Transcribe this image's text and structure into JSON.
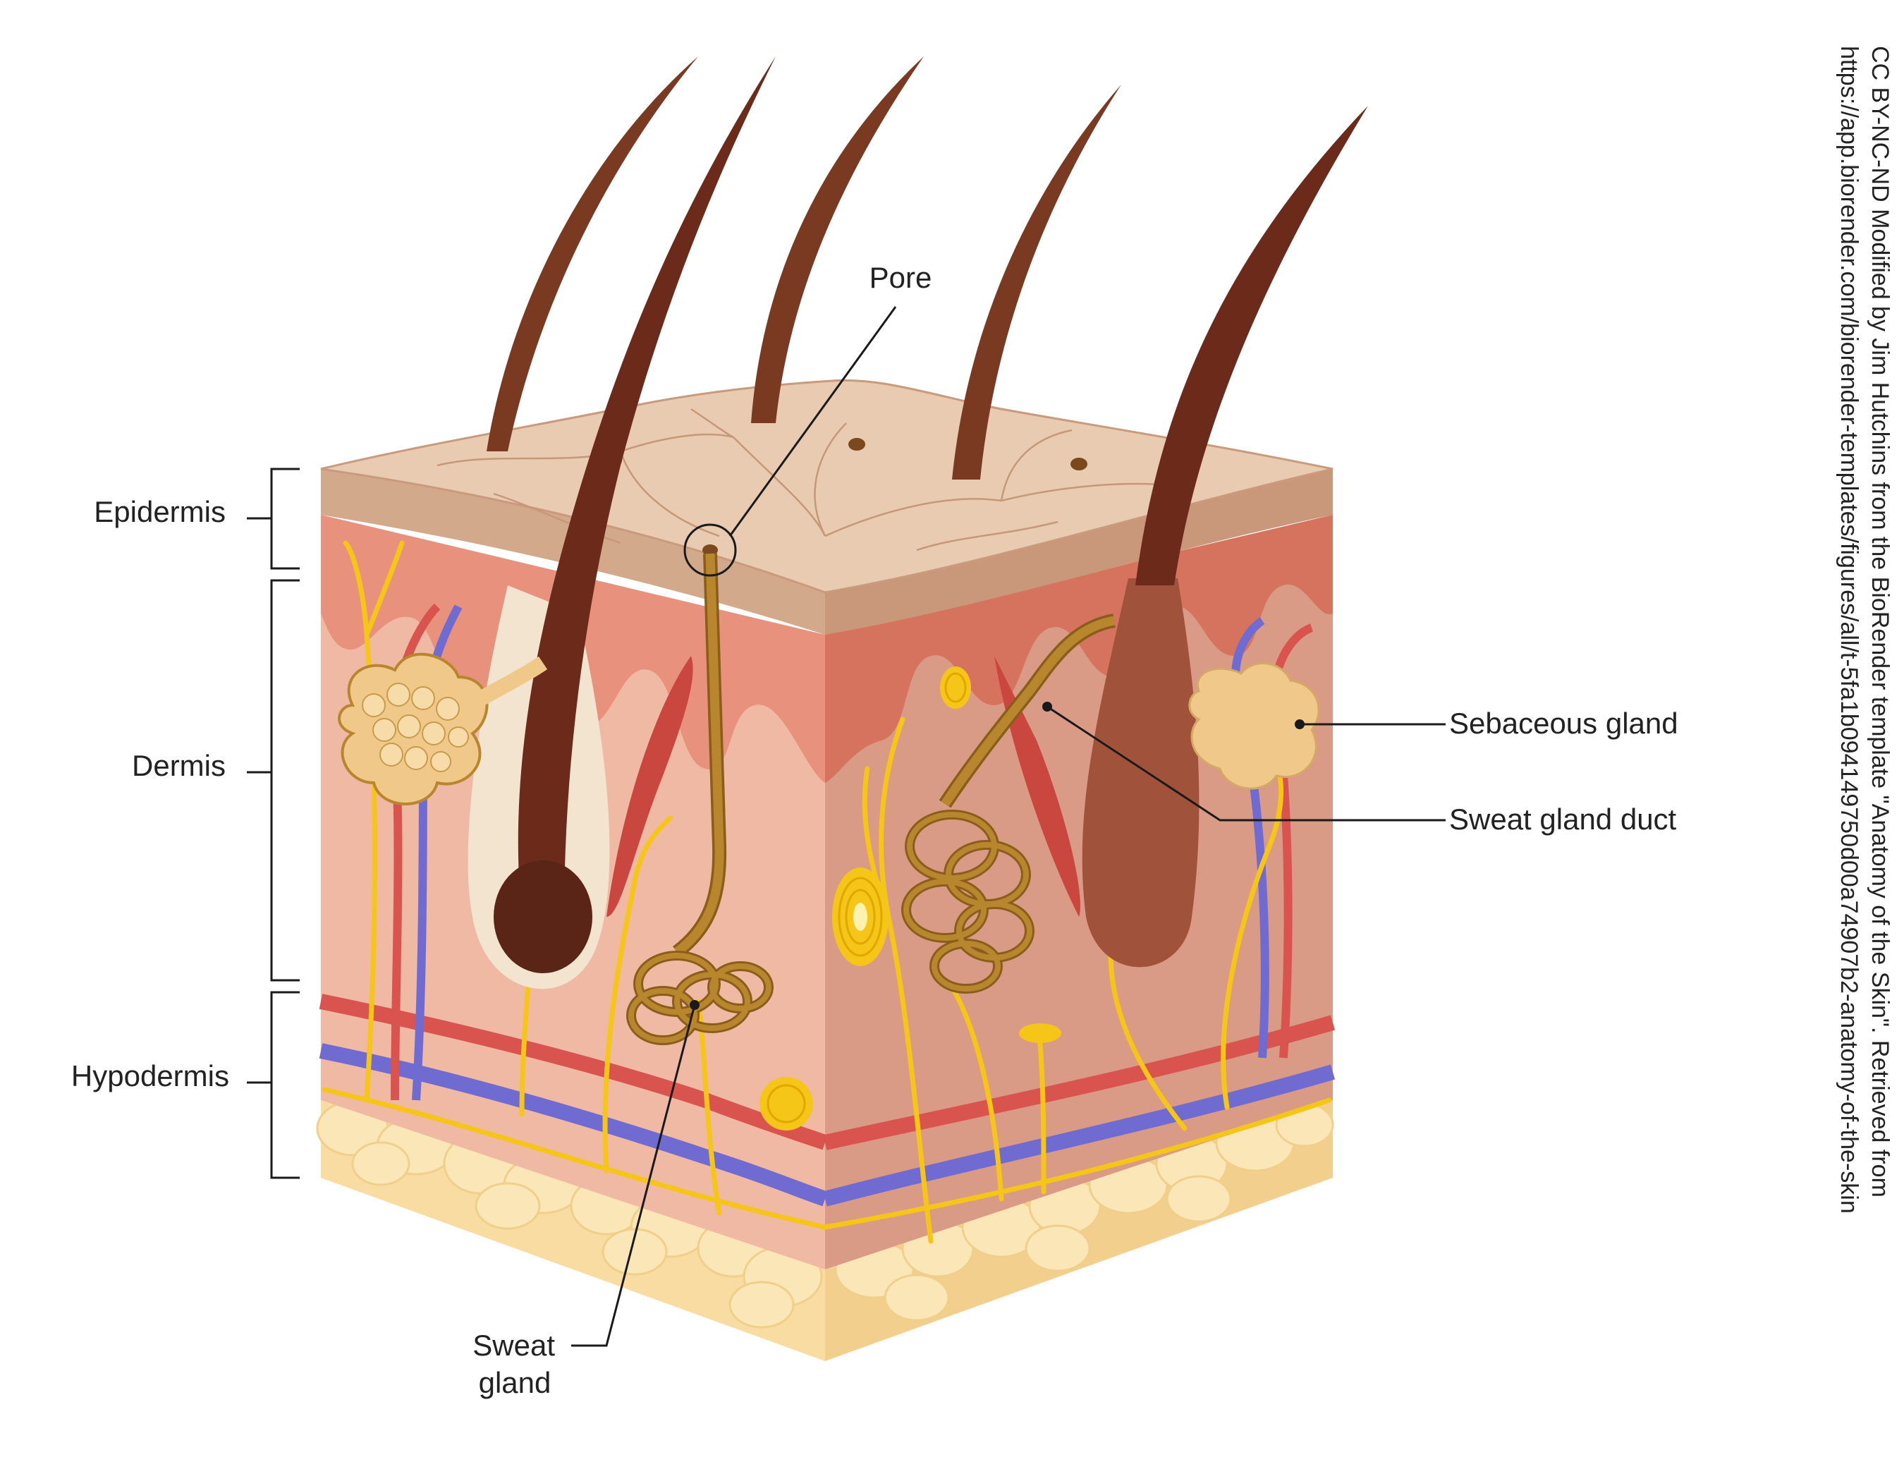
{
  "labels": {
    "epidermis": "Epidermis",
    "dermis": "Dermis",
    "hypodermis": "Hypodermis",
    "pore": "Pore",
    "sebaceous_gland": "Sebaceous gland",
    "sweat_gland_duct": "Sweat gland duct",
    "sweat_gland_line1": "Sweat",
    "sweat_gland_line2": "gland"
  },
  "credit": {
    "line1": "CC BY-NC-ND Modified by Jim Hutchins from the BioRender template \"Anatomy of the Skin\". Retrieved from",
    "line2": "https://app.biorender.com/biorender-templates/figures/all/t-5fa1b094149750d00a74907b2-anatomy-of-the-skin"
  },
  "colors": {
    "epidermis_top": "#e9cbb2",
    "epidermis_edge": "#d3a98b",
    "dermis_upper": "#e08a78",
    "dermis_left": "#efb9a3",
    "dermis_right": "#d99b86",
    "hypodermis_fat": "#f8dca2",
    "hair": "#6b3320",
    "nerve": "#f5c518",
    "artery": "#d9534f",
    "vein": "#6f6bd0",
    "gland": "#b8862d",
    "sebaceous": "#f0c98a"
  }
}
